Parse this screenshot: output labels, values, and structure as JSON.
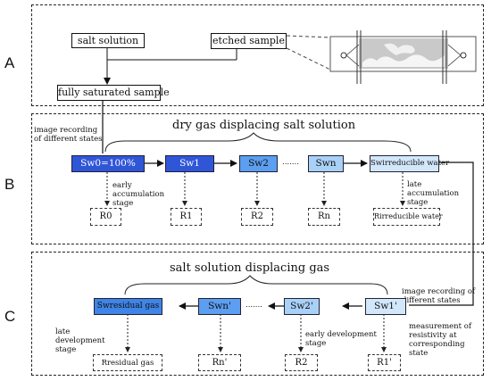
{
  "labels": {
    "A": "A",
    "B": "B",
    "C": "C"
  },
  "panelA": {
    "salt_solution": "salt solution",
    "etched_sample": "etched sample",
    "fully_saturated": "fully saturated sample"
  },
  "panelB": {
    "title": "dry gas displacing salt solution",
    "image_note": "image recording of different states",
    "steps": [
      "Sw0=100%",
      "Sw1",
      "Sw2",
      "Swn",
      "Swirreducible water"
    ],
    "ellipsis": ".......",
    "early_note": "early accumulation stage",
    "late_note": "late accumulation stage",
    "results": [
      "R0",
      "R1",
      "R2",
      "Rn",
      "Rirreducible water"
    ]
  },
  "panelC": {
    "title": "salt solution displacing gas",
    "image_note": "image recording of different states",
    "measure_note": "measurement of resistivity at corresponding state",
    "steps": [
      "Swresidual gas",
      "Swn'",
      "Sw2'",
      "Sw1'"
    ],
    "ellipsis": ".......",
    "late_note": "late development stage",
    "early_note": "early development stage",
    "results": [
      "Rresidual gas",
      "Rn'",
      "R2",
      "R1'"
    ]
  },
  "colors": {
    "dark_blue": "#3056d8",
    "mid_blue": "#5c9ef0",
    "light_blue": "#a9d0f7",
    "pale_blue": "#d3e7fb"
  }
}
